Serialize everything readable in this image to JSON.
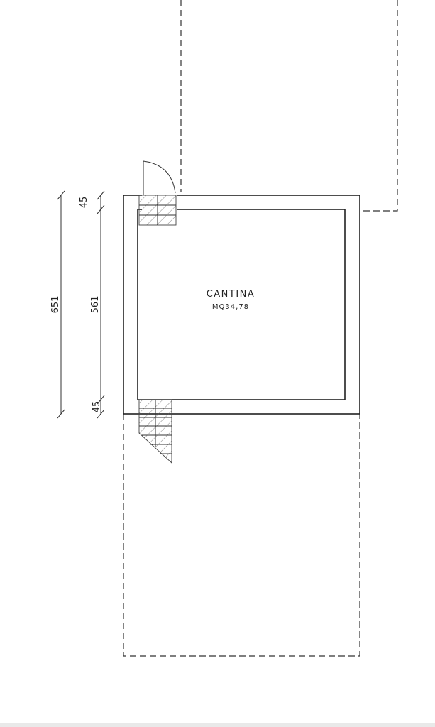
{
  "room": {
    "name": "CANTINA",
    "area": "MQ34,78"
  },
  "dimensions": {
    "overall": "651",
    "interior": "561",
    "wall_top": "45",
    "wall_bottom": "45"
  }
}
